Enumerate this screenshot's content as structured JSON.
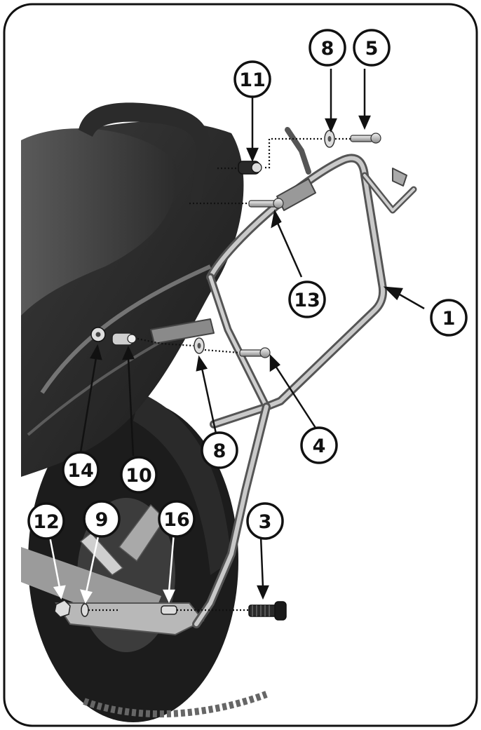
{
  "diagram": {
    "frame_color": "#111111",
    "background": "#ffffff",
    "callouts": [
      {
        "id": "c1",
        "label": "1"
      },
      {
        "id": "c3",
        "label": "3"
      },
      {
        "id": "c4",
        "label": "4"
      },
      {
        "id": "c5",
        "label": "5"
      },
      {
        "id": "c8a",
        "label": "8"
      },
      {
        "id": "c8b",
        "label": "8"
      },
      {
        "id": "c9",
        "label": "9"
      },
      {
        "id": "c10",
        "label": "10"
      },
      {
        "id": "c11",
        "label": "11"
      },
      {
        "id": "c12",
        "label": "12"
      },
      {
        "id": "c13",
        "label": "13"
      },
      {
        "id": "c14",
        "label": "14"
      },
      {
        "id": "c16",
        "label": "16"
      }
    ]
  }
}
